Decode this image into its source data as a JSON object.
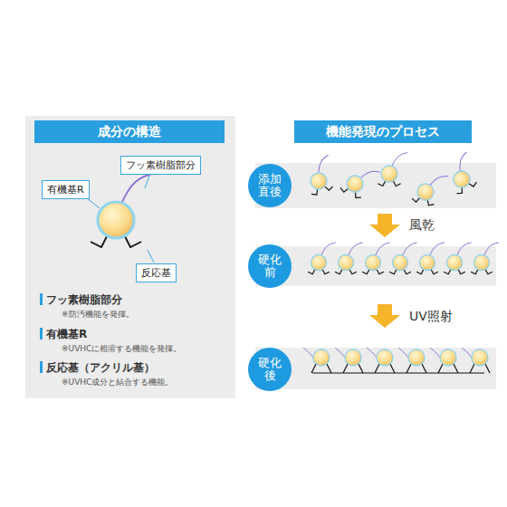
{
  "diagram": {
    "nodes": [
      {
        "text": [
          "成分の構造"
        ]
      },
      {
        "text": [
          "フッ素樹脂部分"
        ]
      },
      {
        "text": [
          "有機基R"
        ]
      },
      {
        "text": [
          "反応基"
        ]
      },
      {
        "text": [
          "機能発現のプロセス"
        ]
      },
      {
        "text": [
          "添加直後"
        ]
      },
      {
        "text": [
          "硬化前"
        ]
      },
      {
        "text": [
          "硬化後"
        ]
      }
    ],
    "labels": [
      "フッ素樹脂部分",
      "※防汚機能を発揮。",
      "有機基R",
      "※UVHCに相溶する機能を発揮。",
      "反応基（アクリル基）",
      "※UVHC成分と結合する機能。",
      "風乾",
      "UV照射"
    ]
  }
}
